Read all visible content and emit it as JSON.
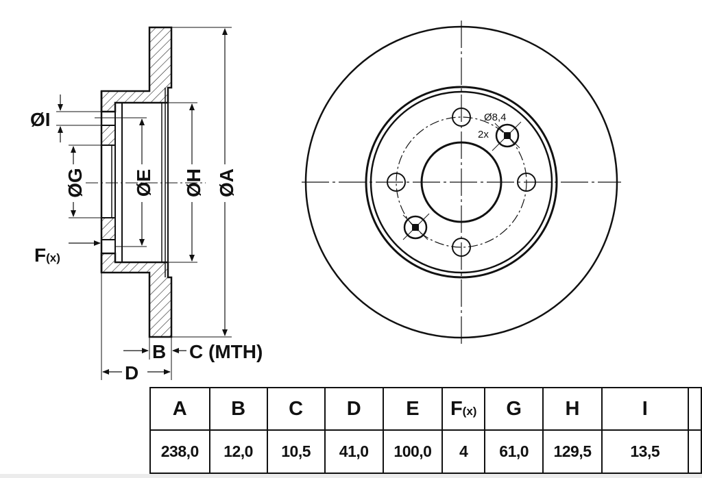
{
  "side_view": {
    "dim_A": "ØA",
    "dim_H": "ØH",
    "dim_E": "ØE",
    "dim_G": "ØG",
    "dim_I": "ØI",
    "dim_F": "F",
    "dim_F_suffix": "(x)",
    "dim_B": "B",
    "dim_C": "C (MTH)",
    "dim_D": "D"
  },
  "front_view": {
    "hole_diameter": "Ø8,4",
    "hole_count": "2x"
  },
  "table": {
    "headers": [
      "A",
      "B",
      "C",
      "D",
      "E",
      "F",
      "G",
      "H",
      "I",
      ""
    ],
    "header_F_suffix": "(x)",
    "values": [
      "238,0",
      "12,0",
      "10,5",
      "41,0",
      "100,0",
      "4",
      "61,0",
      "129,5",
      "13,5",
      ""
    ]
  }
}
